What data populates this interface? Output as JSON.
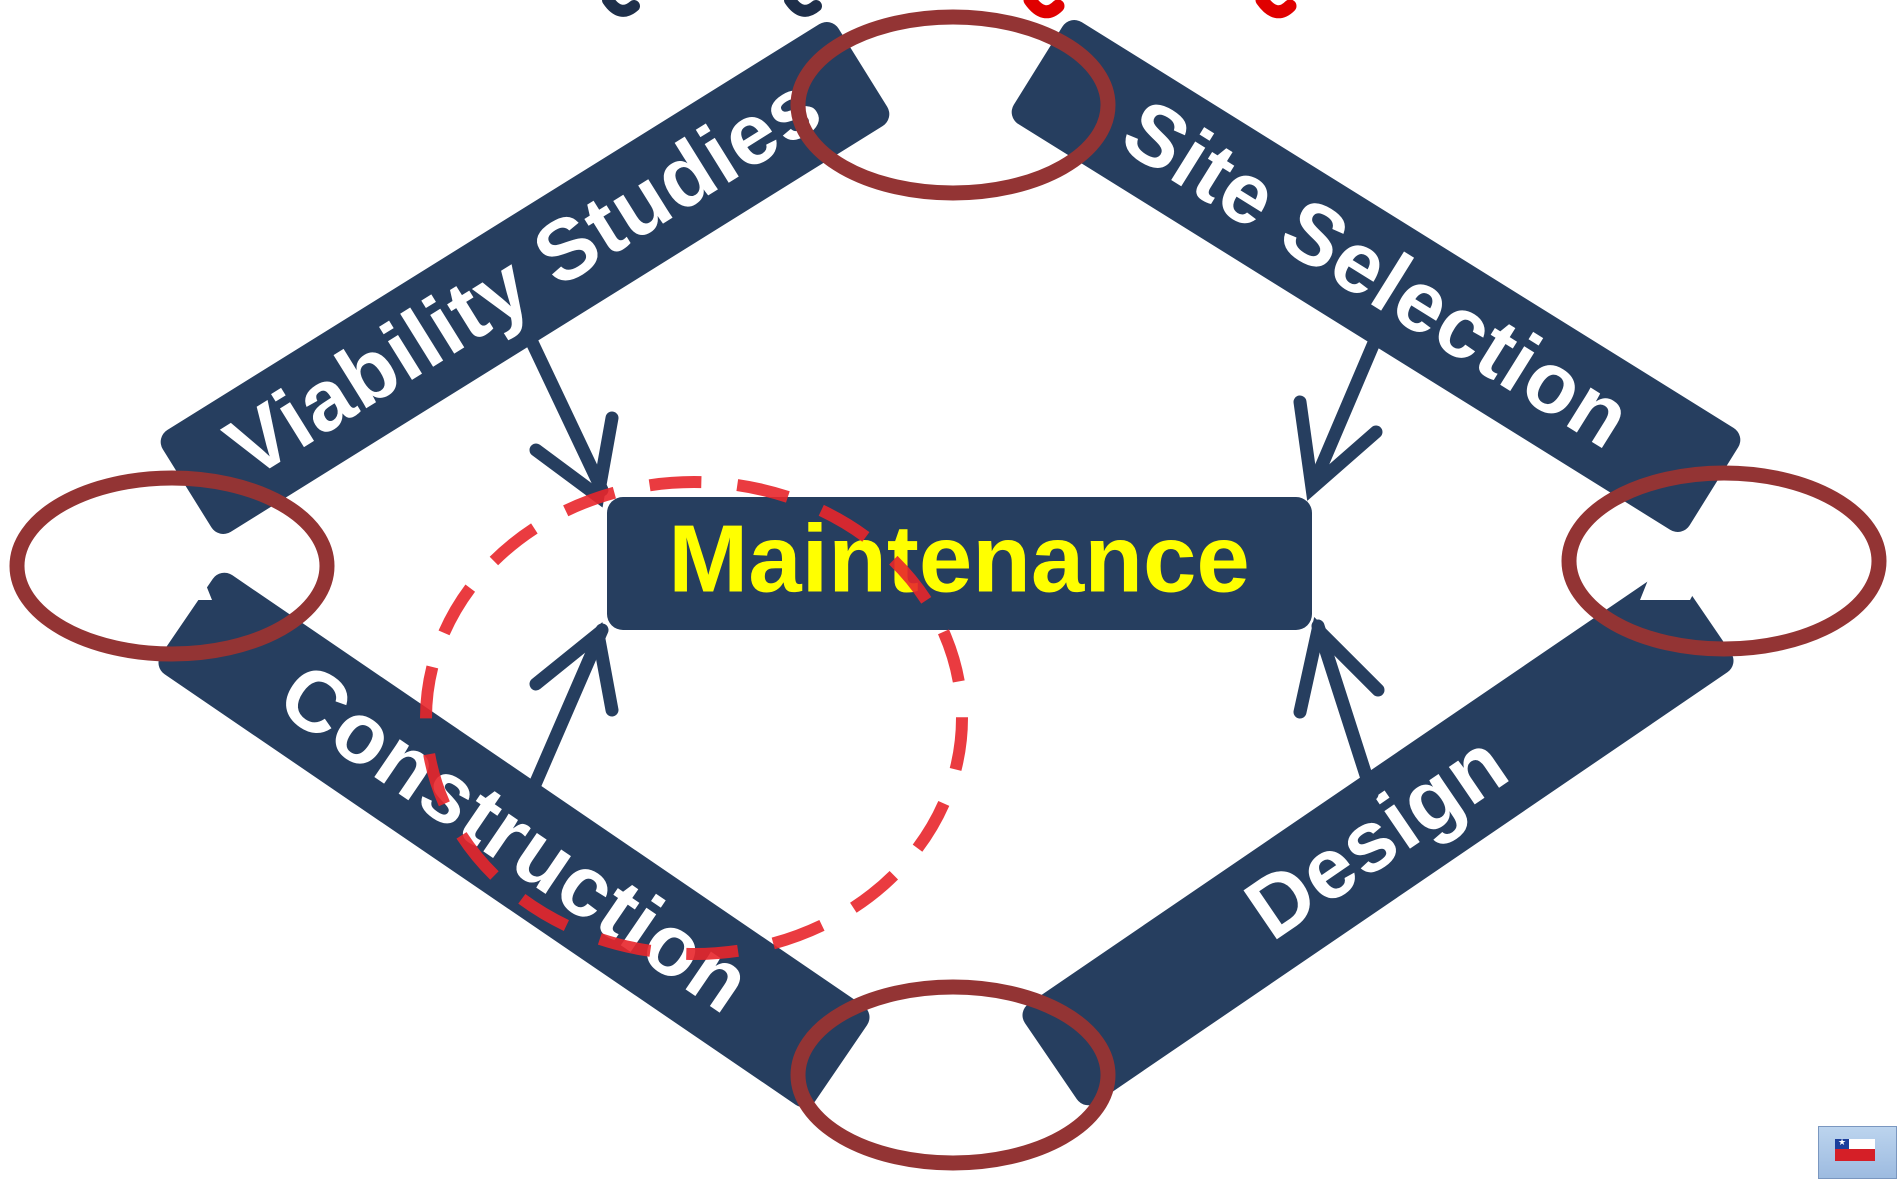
{
  "center": {
    "label": "Maintenance"
  },
  "phases": {
    "viability": "Viability Studies",
    "site": "Site Selection",
    "design": "Design",
    "construction": "Construction"
  },
  "colors": {
    "bar": "#263e5f",
    "center_text": "#ffff00",
    "phase_text": "#ffffff",
    "junction_ring": "#933434",
    "dashed_circle": "#e8262b",
    "top_fragment_dark": "#1e2f4a",
    "top_fragment_red": "#e00000"
  },
  "icons": {
    "corner": "chile-flag-icon"
  }
}
